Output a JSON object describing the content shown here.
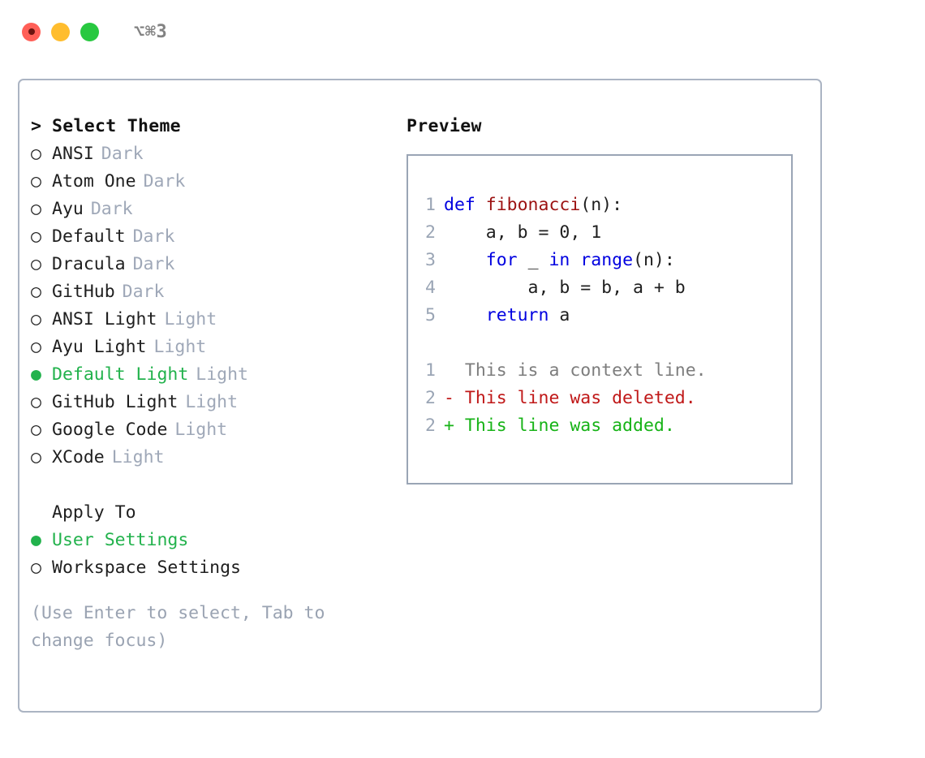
{
  "titlebar": {
    "shortcut": "⌥⌘3",
    "buttons": [
      {
        "name": "close",
        "color": "#ff5f57"
      },
      {
        "name": "minimize",
        "color": "#ffbd2e"
      },
      {
        "name": "maximize",
        "color": "#28c840"
      }
    ]
  },
  "colors": {
    "selected": "#22b24c",
    "muted": "#9fa8b8",
    "text": "#1f1f1f",
    "border": "#abb4c3",
    "keyword": "#0000e0",
    "function": "#9c1212",
    "diff_added": "#17b317",
    "diff_deleted": "#c01818",
    "diff_context": "#7d7d7d"
  },
  "theme_list": {
    "header": "Select Theme",
    "header_marker": ">",
    "marker_selected": "●",
    "marker_unselected": "○",
    "items": [
      {
        "label": "ANSI",
        "tag": "Dark",
        "selected": false
      },
      {
        "label": "Atom One",
        "tag": "Dark",
        "selected": false
      },
      {
        "label": "Ayu",
        "tag": "Dark",
        "selected": false
      },
      {
        "label": "Default",
        "tag": "Dark",
        "selected": false
      },
      {
        "label": "Dracula",
        "tag": "Dark",
        "selected": false
      },
      {
        "label": "GitHub",
        "tag": "Dark",
        "selected": false
      },
      {
        "label": "ANSI Light",
        "tag": "Light",
        "selected": false
      },
      {
        "label": "Ayu Light",
        "tag": "Light",
        "selected": false
      },
      {
        "label": "Default Light",
        "tag": "Light",
        "selected": true
      },
      {
        "label": "GitHub Light",
        "tag": "Light",
        "selected": false
      },
      {
        "label": "Google Code",
        "tag": "Light",
        "selected": false
      },
      {
        "label": "XCode",
        "tag": "Light",
        "selected": false
      }
    ]
  },
  "apply_to": {
    "header": "Apply To",
    "items": [
      {
        "label": "User Settings",
        "selected": true
      },
      {
        "label": "Workspace Settings",
        "selected": false
      }
    ]
  },
  "hint": "(Use Enter to select, Tab to change focus)",
  "preview": {
    "title": "Preview",
    "code": [
      {
        "lineno": "1",
        "segments": [
          {
            "text": "def ",
            "style": "kw"
          },
          {
            "text": "fibonacci",
            "style": "fn"
          },
          {
            "text": "(n):",
            "style": "plain"
          }
        ]
      },
      {
        "lineno": "2",
        "segments": [
          {
            "text": "    a, b = 0, 1",
            "style": "plain"
          }
        ]
      },
      {
        "lineno": "3",
        "segments": [
          {
            "text": "    ",
            "style": "plain"
          },
          {
            "text": "for",
            "style": "kw"
          },
          {
            "text": " _ ",
            "style": "plain"
          },
          {
            "text": "in range",
            "style": "kw"
          },
          {
            "text": "(n):",
            "style": "plain"
          }
        ]
      },
      {
        "lineno": "4",
        "segments": [
          {
            "text": "        a, b = b, a + b",
            "style": "plain"
          }
        ]
      },
      {
        "lineno": "5",
        "segments": [
          {
            "text": "    ",
            "style": "plain"
          },
          {
            "text": "return",
            "style": "kw"
          },
          {
            "text": " a",
            "style": "plain"
          }
        ]
      }
    ],
    "diff": [
      {
        "lineno": "1",
        "marker": " ",
        "text": "  This is a context line.",
        "kind": "context"
      },
      {
        "lineno": "2",
        "marker": "-",
        "text": "- This line was deleted.",
        "kind": "deleted"
      },
      {
        "lineno": "2",
        "marker": "+",
        "text": "+ This line was added.",
        "kind": "added"
      }
    ]
  }
}
